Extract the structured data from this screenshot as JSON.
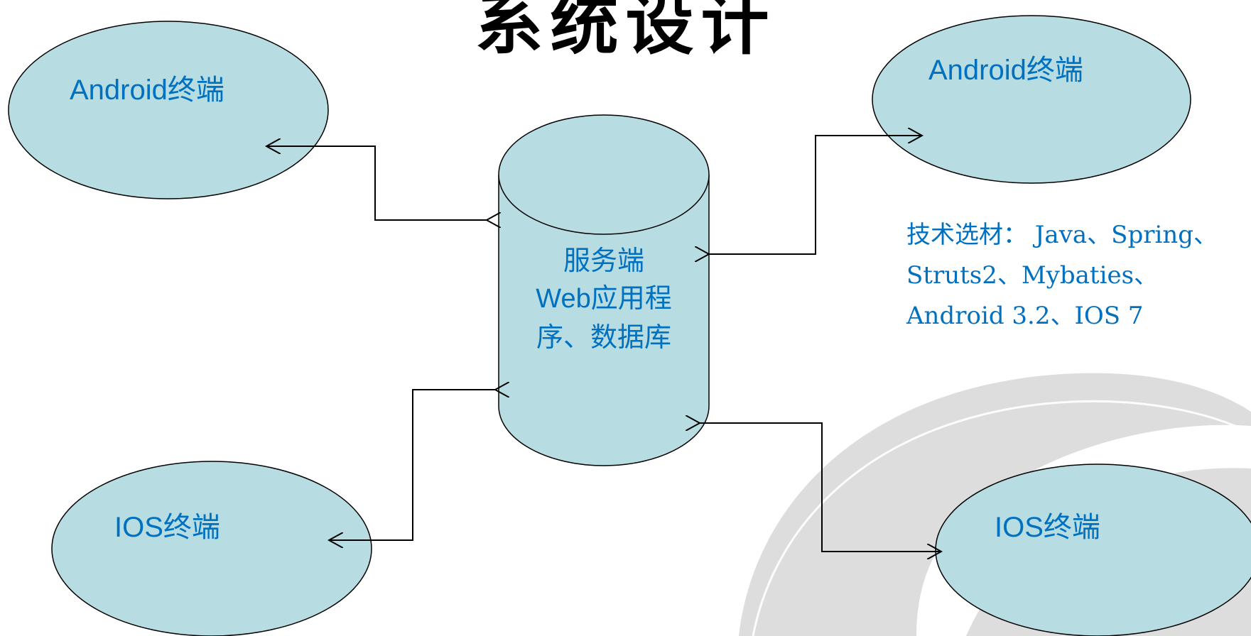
{
  "title": "系统设计",
  "nodes": {
    "android_top_left": "Android终端",
    "android_top_right": "Android终端",
    "ios_bottom_left": "IOS终端",
    "ios_bottom_right": "IOS终端"
  },
  "server": {
    "line1": "服务端",
    "line2": "Web应用程",
    "line3": "序、数据库"
  },
  "tech_note": "技术选材： Java、Spring、Struts2、Mybaties、Android 3.2、IOS 7",
  "colors": {
    "node_fill": "#b7dde3",
    "label_blue": "#0070c0",
    "connector": "#000000",
    "decoration_gray": "#d4d4d4"
  }
}
